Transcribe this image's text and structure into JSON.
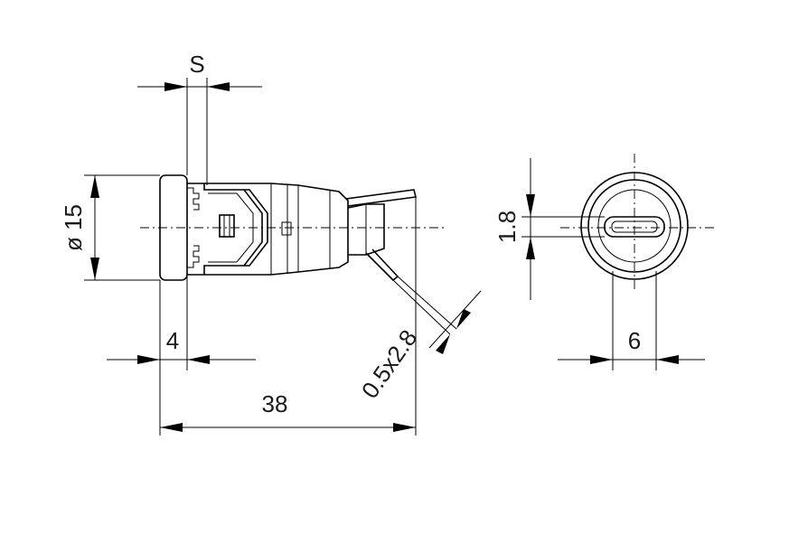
{
  "dimensions": {
    "s": "S",
    "diameter": "ø 15",
    "flange": "4",
    "length": "38",
    "terminal": "0.5x2.8",
    "slot_width": "1.8",
    "key_width": "6"
  }
}
